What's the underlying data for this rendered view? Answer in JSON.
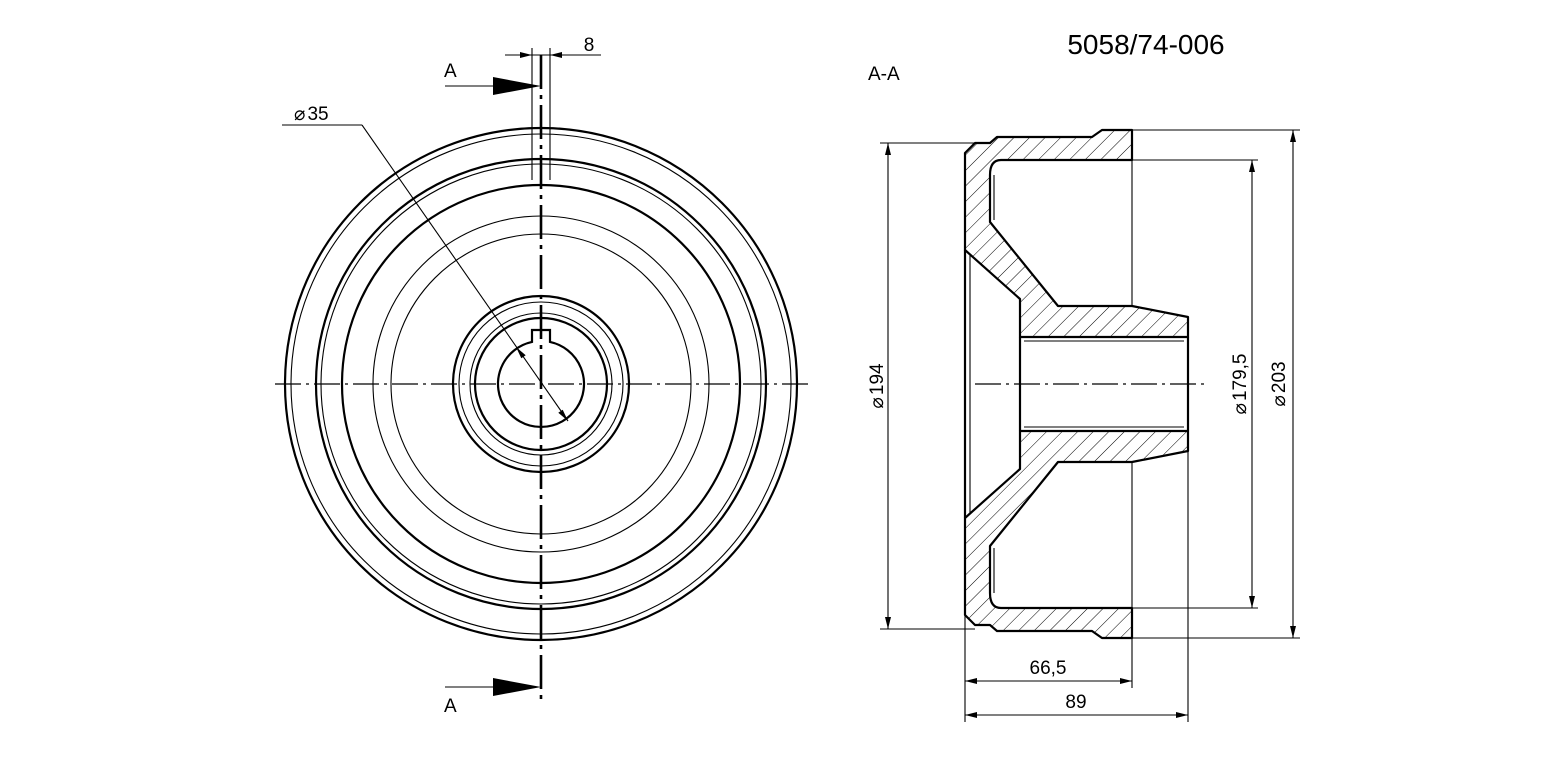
{
  "drawing_number": "5058/74-006",
  "section_title": "A-A",
  "section_labels": {
    "top": "A",
    "bottom": "A"
  },
  "dimensions": {
    "key_width": "8",
    "bore_diameter": "35",
    "diameter_194": "194",
    "diameter_179_5": "179,5",
    "diameter_203": "203",
    "length_66_5": "66,5",
    "length_89": "89"
  },
  "diameter_symbol": "⌀",
  "colors": {
    "line": "#000000",
    "background": "#ffffff"
  }
}
